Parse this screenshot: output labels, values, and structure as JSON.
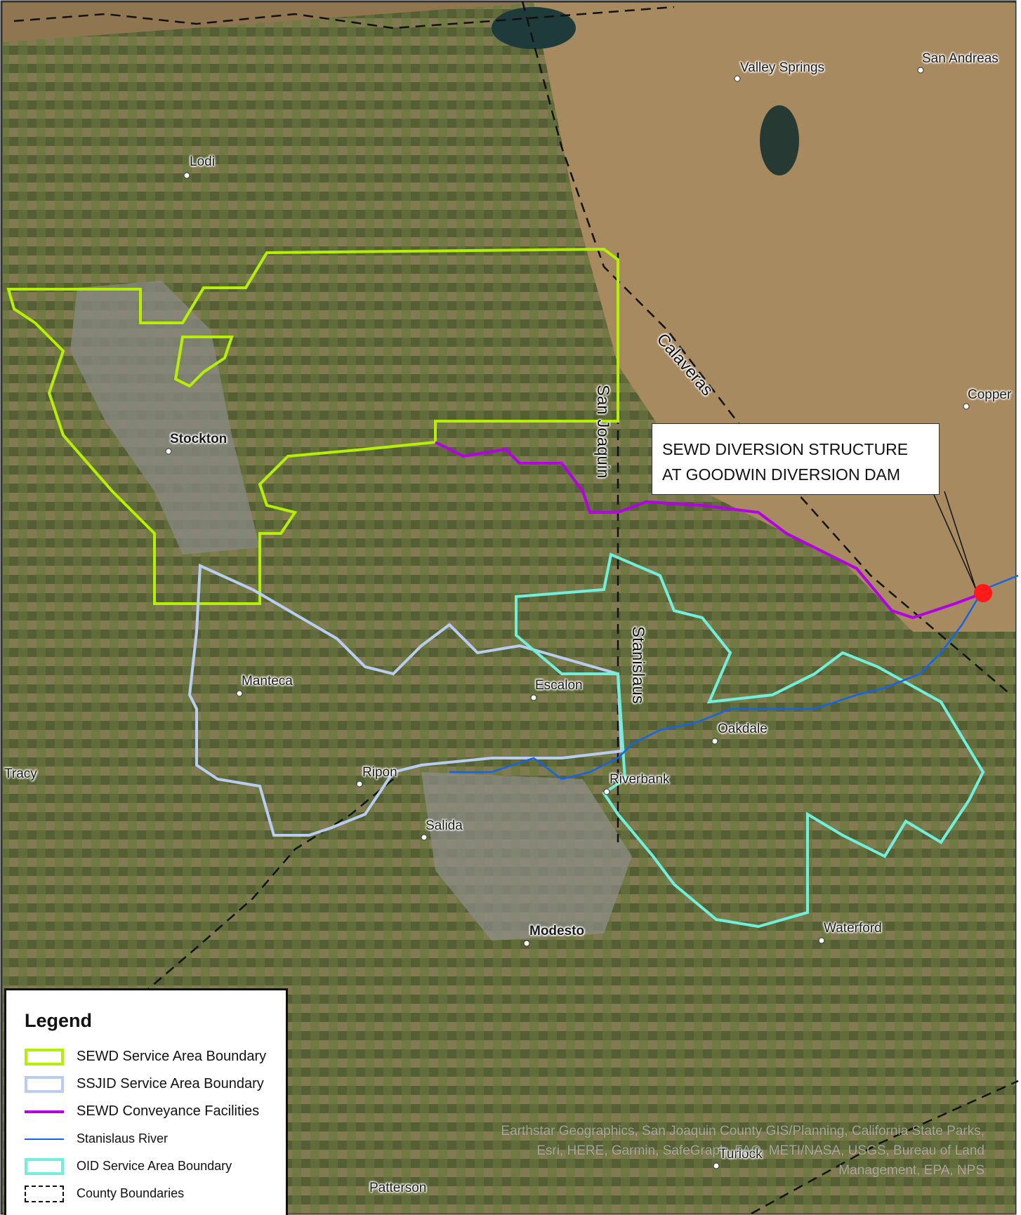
{
  "map": {
    "places": [
      {
        "name": "Valley Springs",
        "bold": false
      },
      {
        "name": "San Andreas",
        "bold": false
      },
      {
        "name": "Lodi",
        "bold": false
      },
      {
        "name": "Stockton",
        "bold": true
      },
      {
        "name": "Copper",
        "bold": false
      },
      {
        "name": "Manteca",
        "bold": false
      },
      {
        "name": "Escalon",
        "bold": false
      },
      {
        "name": "Oakdale",
        "bold": false
      },
      {
        "name": "Tracy",
        "bold": false
      },
      {
        "name": "Ripon",
        "bold": false
      },
      {
        "name": "Riverbank",
        "bold": false
      },
      {
        "name": "Salida",
        "bold": false
      },
      {
        "name": "Modesto",
        "bold": true
      },
      {
        "name": "Waterford",
        "bold": false
      },
      {
        "name": "Turlock",
        "bold": false
      },
      {
        "name": "Patterson",
        "bold": false
      }
    ],
    "county_labels": [
      "Calaveras",
      "San Joaquin",
      "Stanislaus"
    ],
    "callout": {
      "line1": "SEWD DIVERSION STRUCTURE",
      "line2": "AT GOODWIN DIVERSION DAM"
    },
    "credits": "Earthstar Geographics, San Joaquin County GIS/Planning, California State Parks, Esri, HERE, Garmin, SafeGraph, FAO, METI/NASA, USGS, Bureau of Land Management, EPA, NPS"
  },
  "legend": {
    "title": "Legend",
    "items": [
      {
        "label": "SEWD Service Area Boundary",
        "color": "#b5f000",
        "kind": "box"
      },
      {
        "label": "SSJID Service Area Boundary",
        "color": "#b8cdf0",
        "kind": "box"
      },
      {
        "label": "SEWD Conveyance Facilities",
        "color": "#b400e6",
        "kind": "line"
      },
      {
        "label": "Stanislaus River",
        "color": "#1463e8",
        "kind": "thinline"
      },
      {
        "label": "OID Service Area Boundary",
        "color": "#70f0dc",
        "kind": "box"
      },
      {
        "label": "County Boundaries",
        "color": "#111111",
        "kind": "dashbox"
      }
    ]
  },
  "colors": {
    "sewd": "#b5f000",
    "ssjid": "#b8cdf0",
    "conveyance": "#b400e6",
    "river": "#1463e8",
    "oid": "#70f0dc",
    "county": "#111111",
    "diversion_point": "#ff1a1a"
  }
}
